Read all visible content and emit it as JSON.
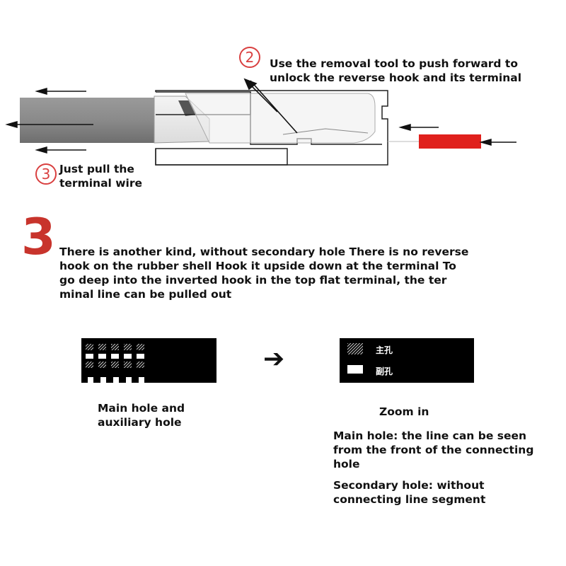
{
  "step2": {
    "number": "2",
    "text": "Use the removal tool to push forward to\nunlock the reverse hook and its terminal"
  },
  "step3_small": {
    "number": "3",
    "text": "Just pull the\nterminal wire"
  },
  "section3": {
    "number": "3",
    "text": "There is another kind, without secondary hole There is no reverse\nhook on the rubber shell Hook it upside down at the terminal To\ngo deep into the inverted hook in the top flat terminal, the ter\nminal line can be pulled out"
  },
  "left_panel": {
    "caption": "Main hole and\nauxiliary hole"
  },
  "arrow_symbol": "➔",
  "right_panel": {
    "legend_main": "主孔",
    "legend_aux": "副孔",
    "caption": "Zoom in"
  },
  "explanations": {
    "main_hole": "Main hole: the line can be seen\nfrom the front of the connecting\nhole",
    "secondary_hole": "Secondary hole: without\nconnecting line segment"
  },
  "colors": {
    "accent_red": "#d94040",
    "tool_red": "#e0201c",
    "wire_gray": "#8a8a8a"
  }
}
